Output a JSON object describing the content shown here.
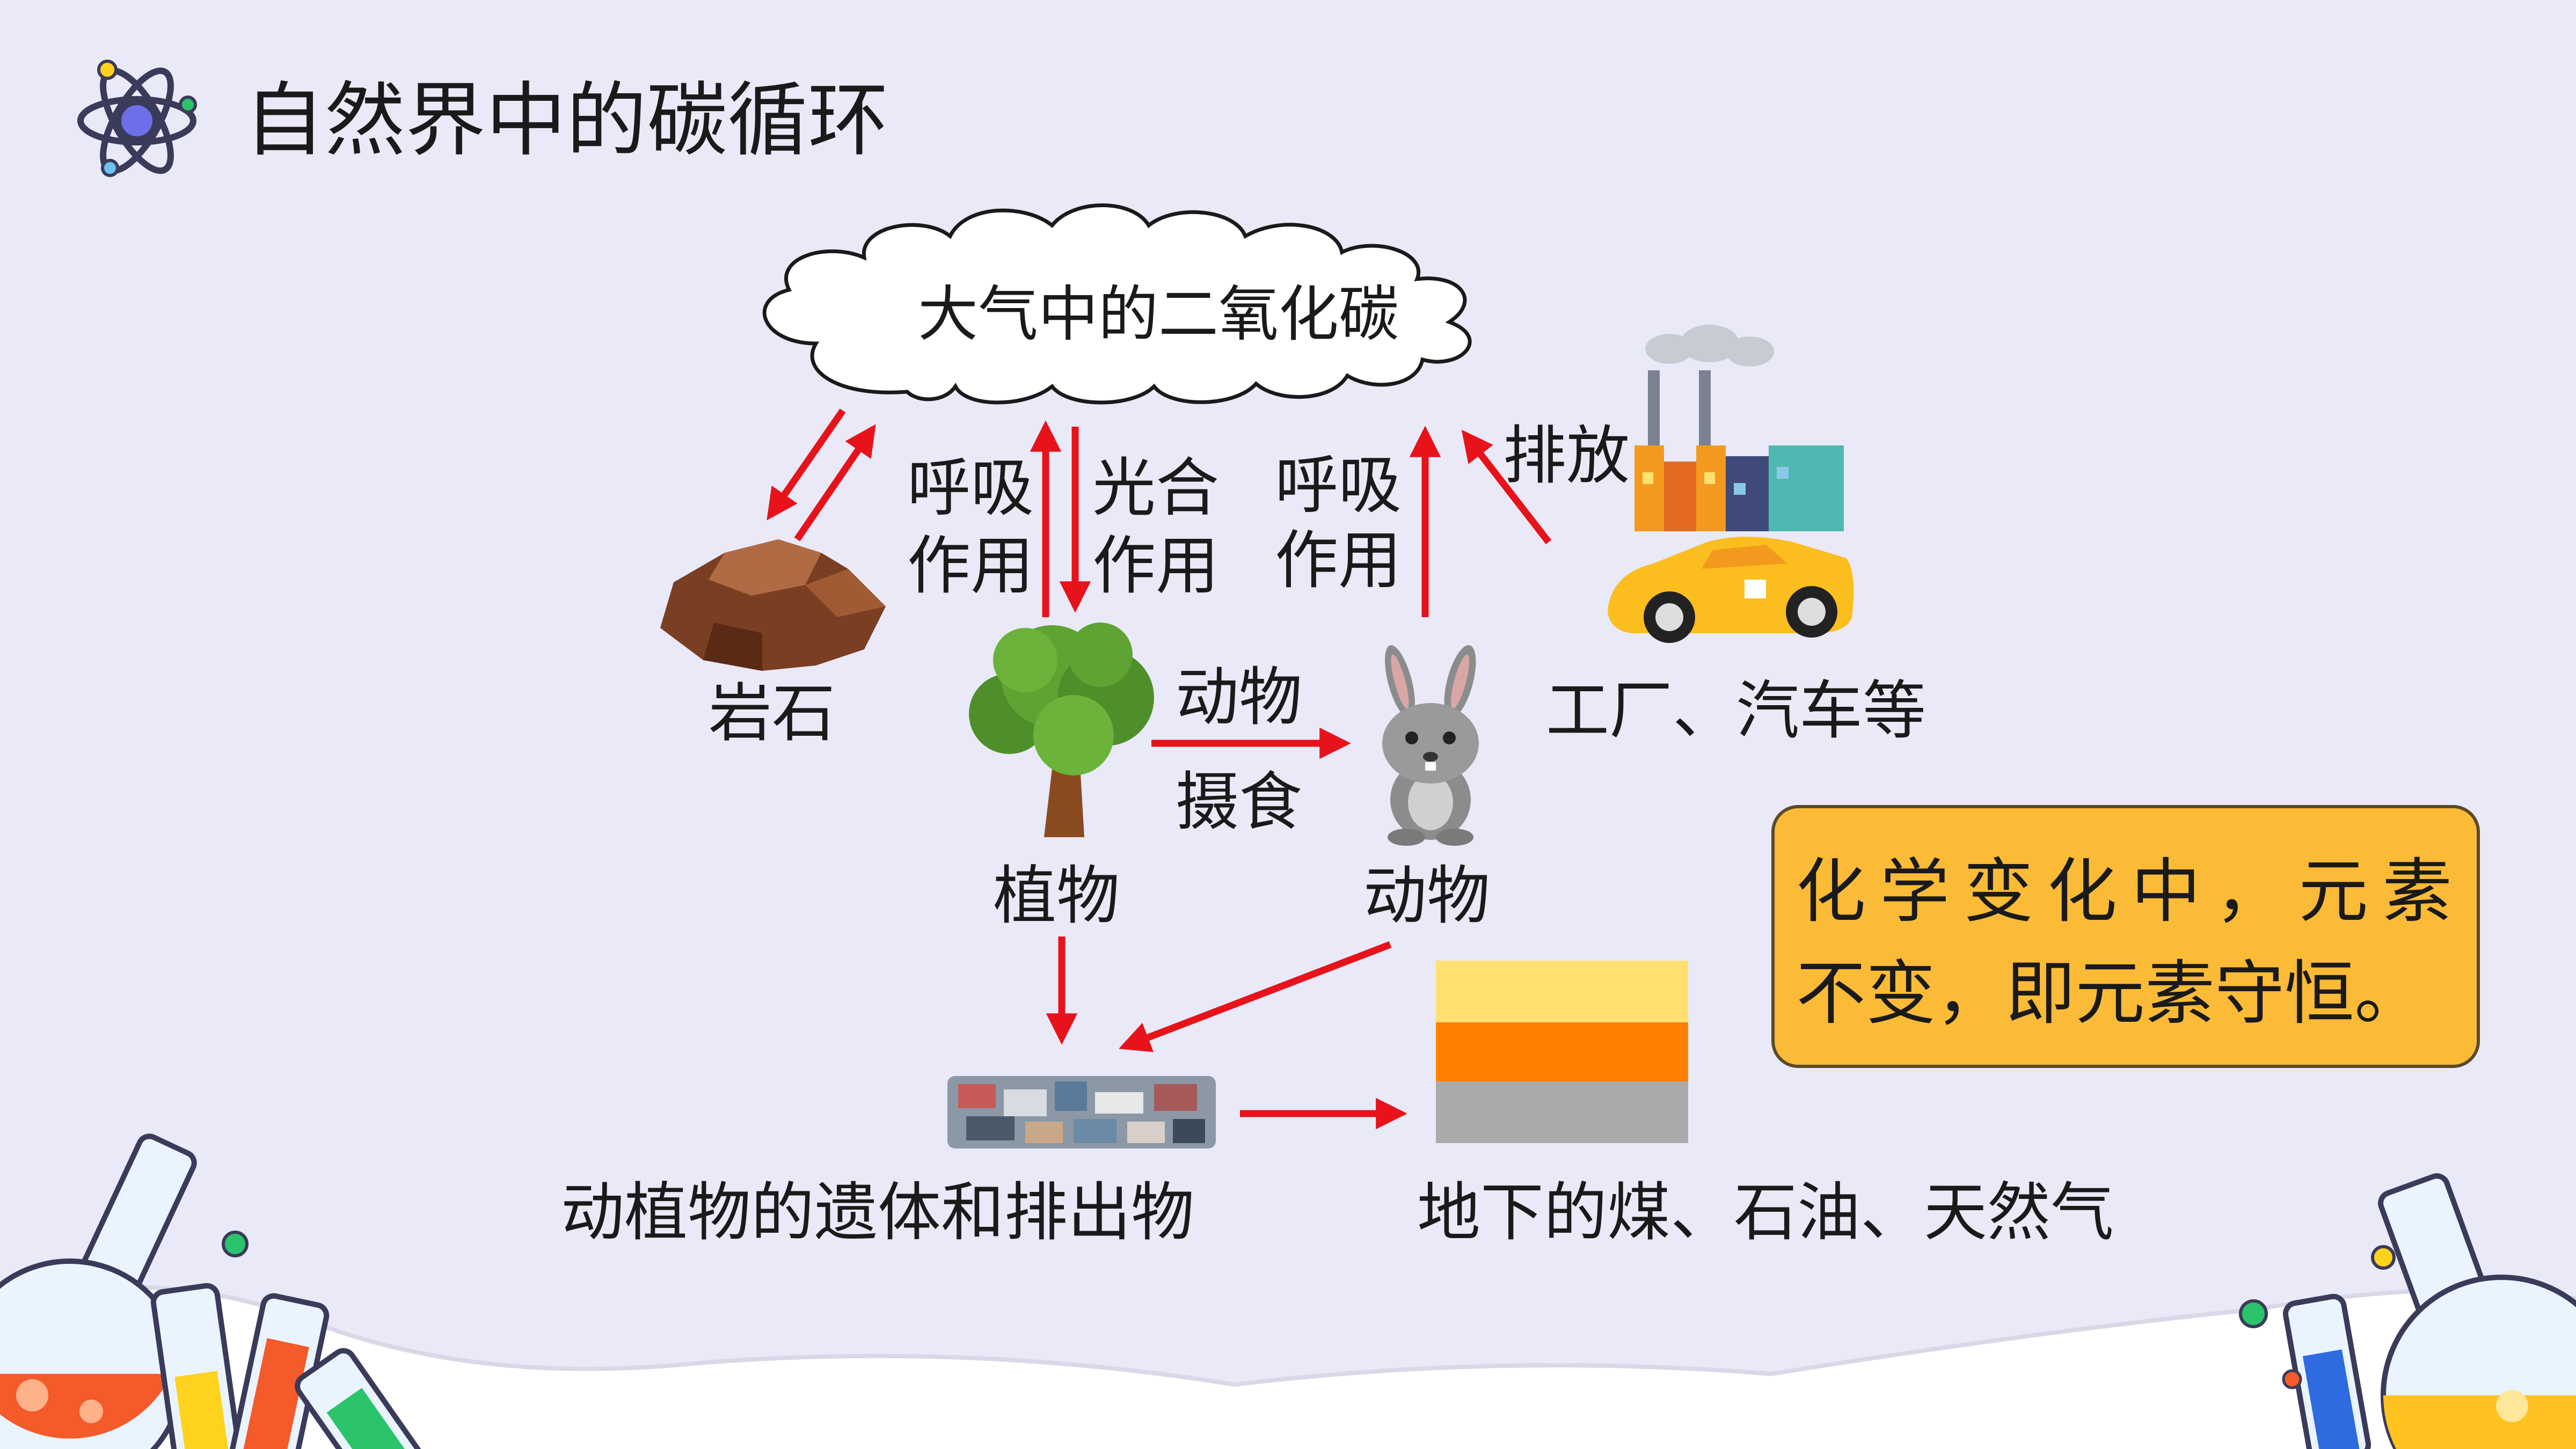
{
  "title": "自然界中的碳循环",
  "cloud_label": "大气中的二氧化碳",
  "labels": {
    "respiration_left_1": "呼吸",
    "respiration_left_2": "作用",
    "photosynthesis_1": "光合",
    "photosynthesis_2": "作用",
    "respiration_right_1": "呼吸",
    "respiration_right_2": "作用",
    "emission": "排放",
    "rock": "岩石",
    "feeding_1": "动物",
    "feeding_2": "摄食",
    "factory_car": "工厂、汽车等",
    "plant": "植物",
    "animal": "动物",
    "remains": "动植物的遗体和排出物",
    "fossil": "地下的煤、石油、天然气"
  },
  "note": {
    "line1": "化学变化中，元素",
    "line2": "不变，即元素守恒。"
  },
  "colors": {
    "arrow": "#E8121A",
    "note_bg": "#FBBB36",
    "background": "#E9E9F8",
    "layer_top": "#FFE070",
    "layer_mid": "#FF8000",
    "layer_bottom": "#ABA9AA"
  },
  "icons": [
    "atom-icon",
    "cloud-icon",
    "rock-icon",
    "tree-icon",
    "rabbit-icon",
    "factory-icon",
    "car-icon",
    "debris-icon",
    "rock-layers-icon",
    "flask-icon",
    "test-tube-icon"
  ]
}
